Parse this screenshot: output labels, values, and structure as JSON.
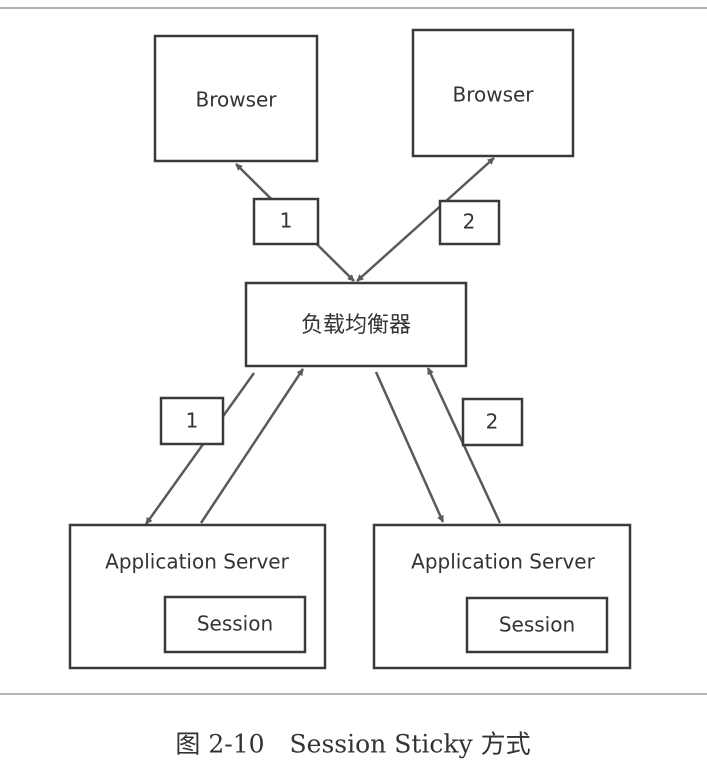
{
  "diagram": {
    "browser_left": "Browser",
    "browser_right": "Browser",
    "load_balancer": "负载均衡器",
    "app_server_left": "Application Server",
    "app_server_right": "Application Server",
    "session_left": "Session",
    "session_right": "Session",
    "badges": {
      "top_left": "1",
      "top_right": "2",
      "bottom_left": "1",
      "bottom_right": "2"
    },
    "colors": {
      "box_stroke": "#3a3a3a",
      "arrow": "#5a5a5a",
      "text": "#333333"
    }
  },
  "caption": "图 2-10　Session Sticky 方式"
}
